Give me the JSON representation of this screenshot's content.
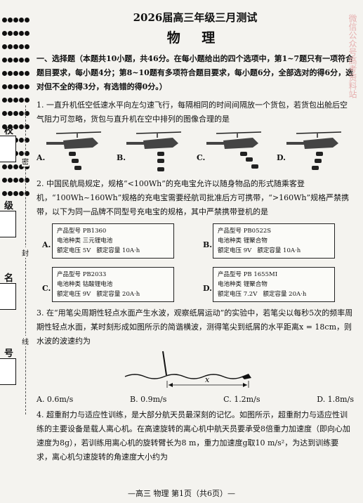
{
  "header": {
    "title": "2026届高三年级三月测试",
    "subject": "物 理"
  },
  "binding": {
    "labels": [
      "校",
      "级",
      "名",
      "号"
    ],
    "cut_chars": [
      "密",
      "封",
      "线"
    ]
  },
  "section1": {
    "instructions": "一、选择题（本题共10小题，共46分。在每小题给出的四个选项中，第1~7题只有一项符合题目要求，每小题4分；第8~10题有多项符合题目要求，每小题6分，全部选对的得6分，选对但不全的得3分，有选错的得0分。）"
  },
  "q1": {
    "text": "1. 一直升机低空低速水平向左匀速飞行，每隔相同的时间间隔放一个货包，若货包出舱后空气阻力可忽略，货包与直升机在空中排列的图像合理的是",
    "options": [
      "A.",
      "B.",
      "C.",
      "D."
    ]
  },
  "q2": {
    "text": "2. 中国民航局规定，规格“<100Wh”的充电宝允许以随身物品的形式随乘客登机，“100Wh~160Wh”规格的充电宝需要经航司批准后方可携带，“>160Wh”规格严禁携带，以下为同一品牌不同型号充电宝的规格，其中严禁携带登机的是",
    "options": [
      {
        "letter": "A.",
        "model": "产品型号 PB1360",
        "battery": "电池种类 三元锂电池",
        "voltage": "额定电压 5V",
        "capacity": "额定容量 10A·h"
      },
      {
        "letter": "B.",
        "model": "产品型号 PB0522S",
        "battery": "电池种类 锂聚合物",
        "voltage": "额定电压 9V",
        "capacity": "额定容量 10A·h"
      },
      {
        "letter": "C.",
        "model": "产品型号 PB2033",
        "battery": "电池种类 钴酸锂电池",
        "voltage": "额定电压 9V",
        "capacity": "额定容量 20A·h"
      },
      {
        "letter": "D.",
        "model": "产品型号 PB 1655MI",
        "battery": "电池种类 锂聚合物",
        "voltage": "额定电压 7.2V",
        "capacity": "额定容量 20A·h"
      }
    ]
  },
  "q3": {
    "text": "3. 在“用笔尖周期性轻点水面产生水波，观察纸屑运动”的实验中，若笔尖以每秒5次的频率周期性轻点水面，某时刻形成如图所示的简谐横波，测得笔尖到纸屑的水平距离x = 18cm，则水波的波速约为",
    "figure_label": "x",
    "choices": [
      "A. 0.6m/s",
      "B. 0.9m/s",
      "C. 1.2m/s",
      "D. 1.8m/s"
    ]
  },
  "q4": {
    "text": "4. 超重耐力与适应性训练，是大部分航天员最深刻的记忆。如图所示，超重耐力与适应性训练的主要设备是载人离心机。在高速旋转的离心机中航天员要承受8倍重力加速度（即向心加速度为8g），若训练用离心机的旋转臂长为8 m，重力加速度g取10 m/s²，为达到训练要求，离心机匀速旋转的角速度大小约为"
  },
  "footer": "—高三  物理  第1页（共6页）—",
  "watermark": "微信公众号高考资料站"
}
